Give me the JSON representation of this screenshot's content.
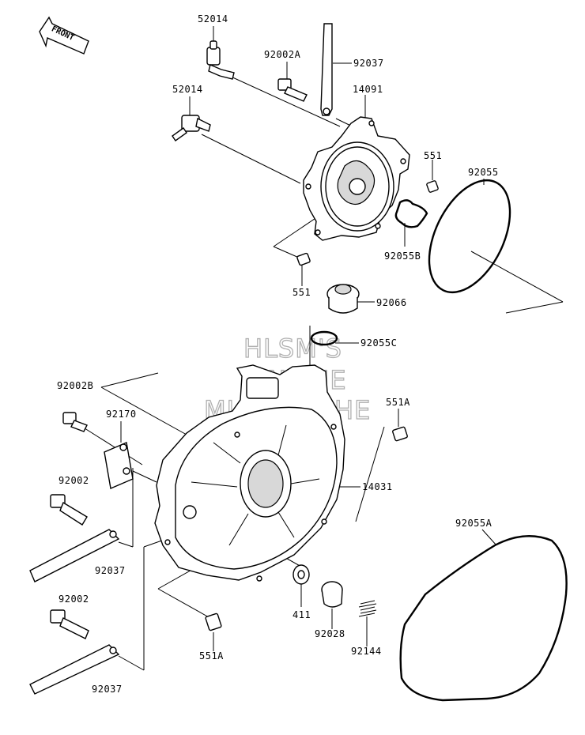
{
  "front_label": "FRONT",
  "watermark": [
    "HLSM'S",
    "ONLINE",
    "MICROFICHE"
  ],
  "labels": {
    "p52014_top": "52014",
    "p92002A": "92002A",
    "p92037_top": "92037",
    "p52014_mid": "52014",
    "p14091": "14091",
    "p551_right": "551",
    "p92055": "92055",
    "p92055B": "92055B",
    "p551_left": "551",
    "p92066": "92066",
    "p92055C": "92055C",
    "p92002B": "92002B",
    "p92170": "92170",
    "p551A_right": "551A",
    "p14031": "14031",
    "p92002_a": "92002",
    "p92037_mid": "92037",
    "p92055A": "92055A",
    "p92002_b": "92002",
    "p411": "411",
    "p92028": "92028",
    "p92144": "92144",
    "p551A_left": "551A",
    "p92037_bot": "92037"
  }
}
